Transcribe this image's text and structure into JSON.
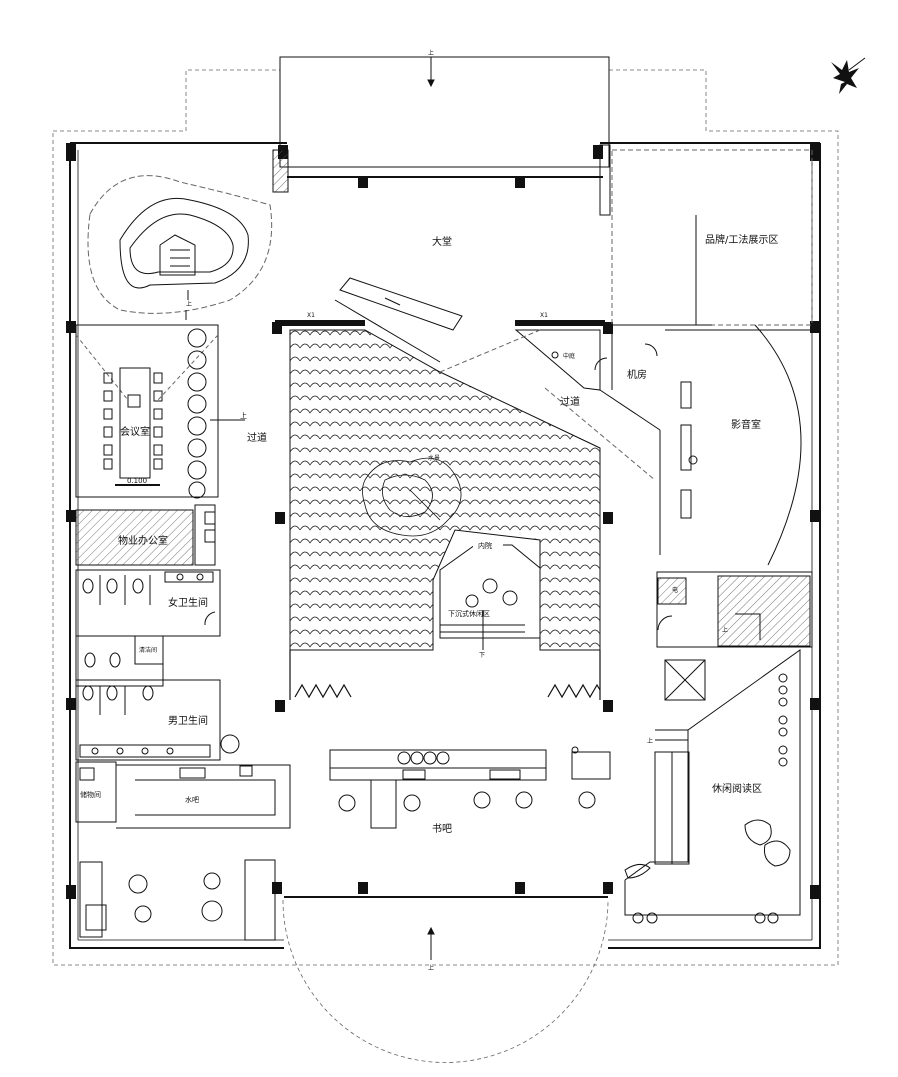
{
  "labels": {
    "lobby": "大堂",
    "brand_area": "品牌/工法展示区",
    "corridor_left": "过道",
    "corridor_right": "过道",
    "meeting_room": "会议室",
    "level_mark": "0.100",
    "property_office": "物业办公室",
    "womens_wc": "女卫生间",
    "cleaning_room": "清洁间",
    "mens_wc": "男卫生间",
    "storage": "储物间",
    "water_bar": "水吧",
    "book_bar": "书吧",
    "courtyard": "内院",
    "water_feature": "水景",
    "sunken_lounge": "下沉式休闲区",
    "middle_court": "中庭",
    "machine_room": "机房",
    "av_room": "影音室",
    "electrical": "电",
    "leisure_reading": "休闲阅读区",
    "window_x1_left": "X1",
    "window_x1_right": "X1",
    "up_top": "上",
    "up_bottom": "上",
    "up_meeting": "上",
    "up_stair": "上",
    "up_reading": "上",
    "up_elec": "上",
    "down_sunken": "下"
  },
  "colors": {
    "line": "#111111",
    "hatch": "#555555",
    "dash": "#666666",
    "pillar": "#111111"
  }
}
